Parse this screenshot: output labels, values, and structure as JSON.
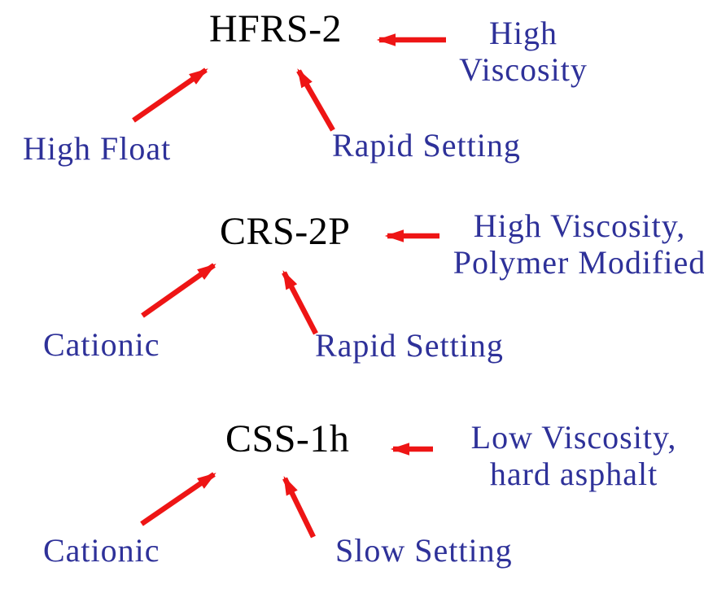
{
  "diagram_title": "Asphalt emulsion nomenclature diagram",
  "colors": {
    "background": "#ffffff",
    "acronym_text": "#000000",
    "label_text": "#2e3199",
    "arrow": "#ee1515"
  },
  "groups": [
    {
      "acronym": "HFRS-2",
      "right_note_lines": [
        "High",
        "Viscosity"
      ],
      "bottom_left_label": "High Float",
      "bottom_right_label": "Rapid Setting"
    },
    {
      "acronym": "CRS-2P",
      "right_note_lines": [
        "High Viscosity,",
        "Polymer Modified"
      ],
      "bottom_left_label": "Cationic",
      "bottom_right_label": "Rapid Setting"
    },
    {
      "acronym": "CSS-1h",
      "right_note_lines": [
        "Low Viscosity,",
        "hard asphalt"
      ],
      "bottom_left_label": "Cationic",
      "bottom_right_label": "Slow Setting"
    }
  ]
}
